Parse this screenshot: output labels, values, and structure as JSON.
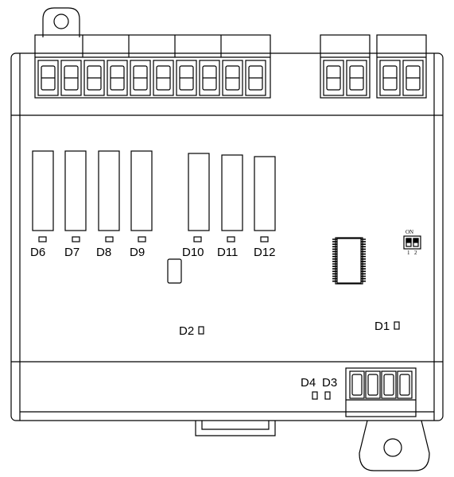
{
  "board": {
    "relay_leds": [
      "D6",
      "D7",
      "D8",
      "D9",
      "D10",
      "D11",
      "D12"
    ],
    "status_leds": {
      "d1": "D1",
      "d2": "D2",
      "d3": "D3",
      "d4": "D4"
    },
    "dip_switch": {
      "on_label": "ON",
      "pos1": "1",
      "pos2": "2"
    }
  },
  "colors": {
    "stroke": "#000000",
    "fill": "#ffffff",
    "chip_fill": "#222222"
  }
}
